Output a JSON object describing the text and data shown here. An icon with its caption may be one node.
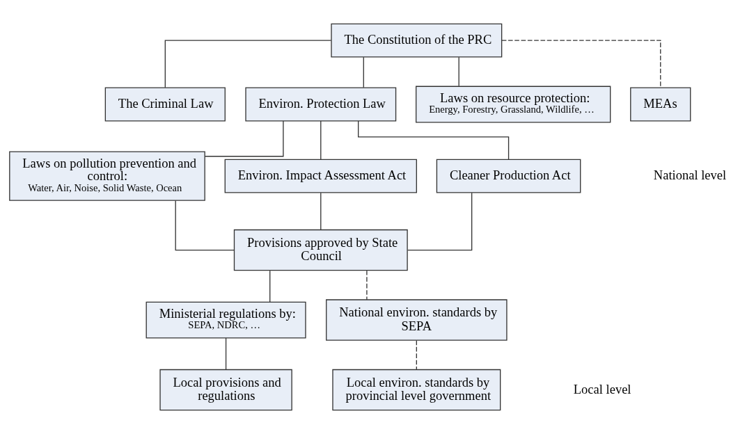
{
  "diagram": {
    "nodes": [
      {
        "text": [
          "The Constitution of the PRC"
        ]
      },
      {
        "text": [
          "The Criminal Law"
        ]
      },
      {
        "text": [
          "Environ. Protection Law"
        ]
      },
      {
        "text": [
          "Laws on resource protection:",
          "Energy, Forestry, Grassland, Wildlife, …"
        ]
      },
      {
        "text": [
          "MEAs"
        ]
      },
      {
        "text": [
          "Laws on pollution prevention and control:",
          "Water, Air, Noise, Solid Waste, Ocean"
        ]
      },
      {
        "text": [
          "Environ. Impact Assessment Act"
        ]
      },
      {
        "text": [
          "Cleaner Production Act"
        ]
      },
      {
        "text": [
          "Provisions approved by State Council"
        ]
      },
      {
        "text": [
          "Ministerial regulations by:",
          "SEPA, NDRC, …"
        ]
      },
      {
        "text": [
          "National environ. standards by SEPA"
        ]
      },
      {
        "text": [
          "Local provisions and regulations"
        ]
      },
      {
        "text": [
          "Local environ. standards by provincial level government"
        ]
      }
    ],
    "edges": [
      {
        "from": 0,
        "to": 1,
        "arrow": "none"
      },
      {
        "from": 0,
        "to": 2,
        "arrow": "none"
      },
      {
        "from": 0,
        "to": 3,
        "arrow": "none"
      },
      {
        "from": 0,
        "to": 4,
        "arrow": "none",
        "style": "dashed"
      },
      {
        "from": 2,
        "to": 5,
        "arrow": "none"
      },
      {
        "from": 2,
        "to": 6,
        "arrow": "none"
      },
      {
        "from": 2,
        "to": 7,
        "arrow": "none"
      },
      {
        "from": 5,
        "to": 8,
        "arrow": "none"
      },
      {
        "from": 6,
        "to": 8,
        "arrow": "none"
      },
      {
        "from": 7,
        "to": 8,
        "arrow": "none"
      },
      {
        "from": 8,
        "to": 9,
        "arrow": "none"
      },
      {
        "from": 8,
        "to": 10,
        "arrow": "none",
        "style": "dashed"
      },
      {
        "from": 9,
        "to": 11,
        "arrow": "none"
      },
      {
        "from": 10,
        "to": 12,
        "arrow": "none",
        "style": "dashed"
      }
    ],
    "labels": [
      "National level",
      "Local level"
    ]
  }
}
